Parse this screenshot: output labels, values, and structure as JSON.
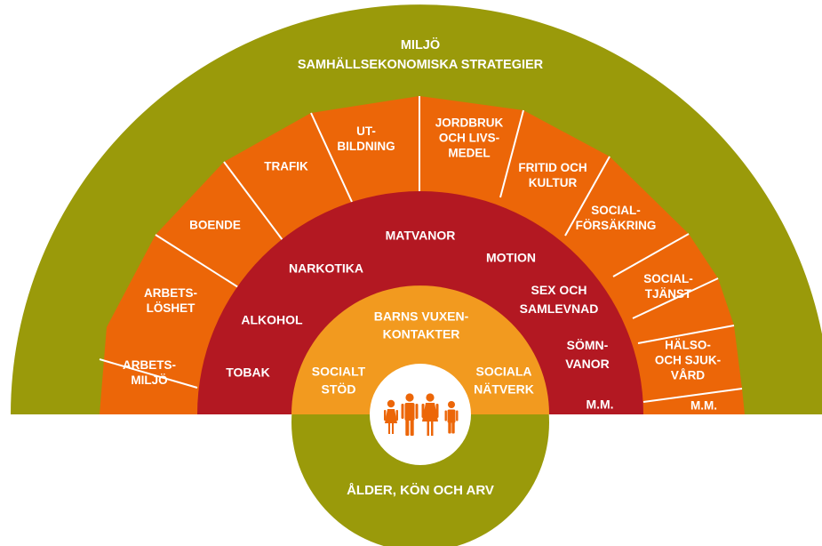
{
  "colors": {
    "olive": "#9a9a0a",
    "orange": "#ec6608",
    "red": "#b31822",
    "amber": "#f29a1f",
    "white": "#ffffff"
  },
  "outer_layer": {
    "lines": [
      "MILJÖ",
      "SAMHÄLLSEKONOMISKA STRATEGIER"
    ]
  },
  "living_conditions": [
    {
      "lines": [
        "ARBETS-",
        "MILJÖ"
      ]
    },
    {
      "lines": [
        "ARBETS-",
        "LÖSHET"
      ]
    },
    {
      "lines": [
        "BOENDE"
      ]
    },
    {
      "lines": [
        "TRAFIK"
      ]
    },
    {
      "lines": [
        "UT-",
        "BILDNING"
      ]
    },
    {
      "lines": [
        "JORDBRUK",
        "OCH LIVS-",
        "MEDEL"
      ]
    },
    {
      "lines": [
        "FRITID OCH",
        "KULTUR"
      ]
    },
    {
      "lines": [
        "SOCIAL-",
        "FÖRSÄKRING"
      ]
    },
    {
      "lines": [
        "SOCIAL-",
        "TJÄNST"
      ]
    },
    {
      "lines": [
        "HÄLSO-",
        "OCH SJUK-",
        "VÅRD"
      ]
    },
    {
      "lines": [
        "M.M."
      ]
    }
  ],
  "lifestyle": [
    {
      "lines": [
        "TOBAK"
      ]
    },
    {
      "lines": [
        "ALKOHOL"
      ]
    },
    {
      "lines": [
        "NARKOTIKA"
      ]
    },
    {
      "lines": [
        "MATVANOR"
      ]
    },
    {
      "lines": [
        "MOTION"
      ]
    },
    {
      "lines": [
        "SEX OCH",
        "SAMLEVNAD"
      ]
    },
    {
      "lines": [
        "SÖMN-",
        "VANOR"
      ]
    },
    {
      "lines": [
        "M.M."
      ]
    }
  ],
  "social_network": [
    {
      "lines": [
        "BARNS VUXEN-",
        "KONTAKTER"
      ]
    },
    {
      "lines": [
        "SOCIALT",
        "STÖD"
      ]
    },
    {
      "lines": [
        "SOCIALA",
        "NÄTVERK"
      ]
    }
  ],
  "core": {
    "icon": "people-family-icon",
    "lines": [
      "ÅLDER, KÖN OCH ARV"
    ]
  }
}
